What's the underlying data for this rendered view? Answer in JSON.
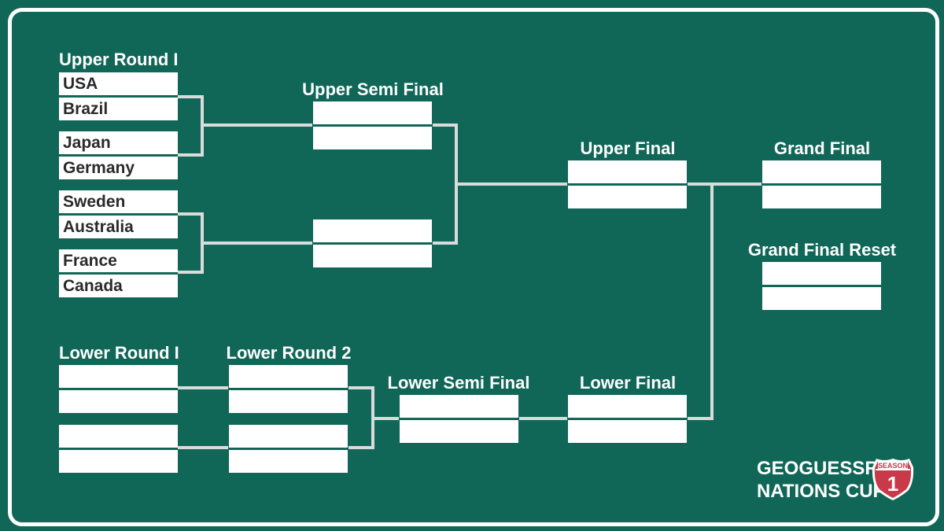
{
  "rounds": {
    "upper_round_1": "Upper Round I",
    "upper_semi_final": "Upper Semi Final",
    "upper_final": "Upper Final",
    "grand_final": "Grand Final",
    "grand_final_reset": "Grand Final Reset",
    "lower_round_1": "Lower Round I",
    "lower_round_2": "Lower Round 2",
    "lower_semi_final": "Lower Semi Final",
    "lower_final": "Lower Final"
  },
  "teams": {
    "ur1_m1_a": "USA",
    "ur1_m1_b": "Brazil",
    "ur1_m2_a": "Japan",
    "ur1_m2_b": "Germany",
    "ur1_m3_a": "Sweden",
    "ur1_m3_b": "Australia",
    "ur1_m4_a": "France",
    "ur1_m4_b": "Canada"
  },
  "logo": {
    "line1": "GEOGUESSR",
    "line2": "NATIONS CUP",
    "badge_label": "SEASON",
    "badge_number": "1"
  },
  "colors": {
    "background": "#106657",
    "border": "#ffffff",
    "slot": "#ffffff",
    "connector": "#d9dcdb",
    "badge": "#c8394a"
  }
}
